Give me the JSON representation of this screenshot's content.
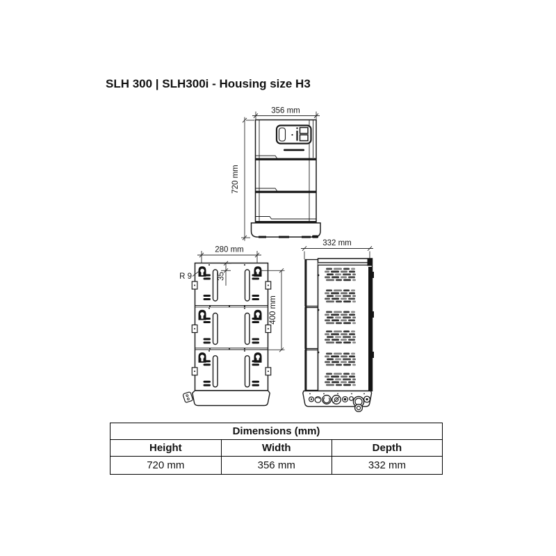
{
  "page_title": "SLH 300 | SLH300i - Housing size H3",
  "drawings": {
    "front": {
      "width_label": "356 mm",
      "height_label": "720 mm"
    },
    "rear": {
      "width_label": "280 mm",
      "radius_label": "R 9",
      "offset_label": "35",
      "spacing_label": "400 mm"
    },
    "side": {
      "depth_label": "332 mm"
    }
  },
  "icons": {
    "display_panel": "status-display",
    "brand_logo": "brand-logo"
  },
  "colors": {
    "line": "#1a1a1a",
    "background": "#ffffff"
  },
  "table": {
    "title": "Dimensions (mm)",
    "columns": [
      "Height",
      "Width",
      "Depth"
    ],
    "values": [
      "720 mm",
      "356 mm",
      "332 mm"
    ]
  }
}
